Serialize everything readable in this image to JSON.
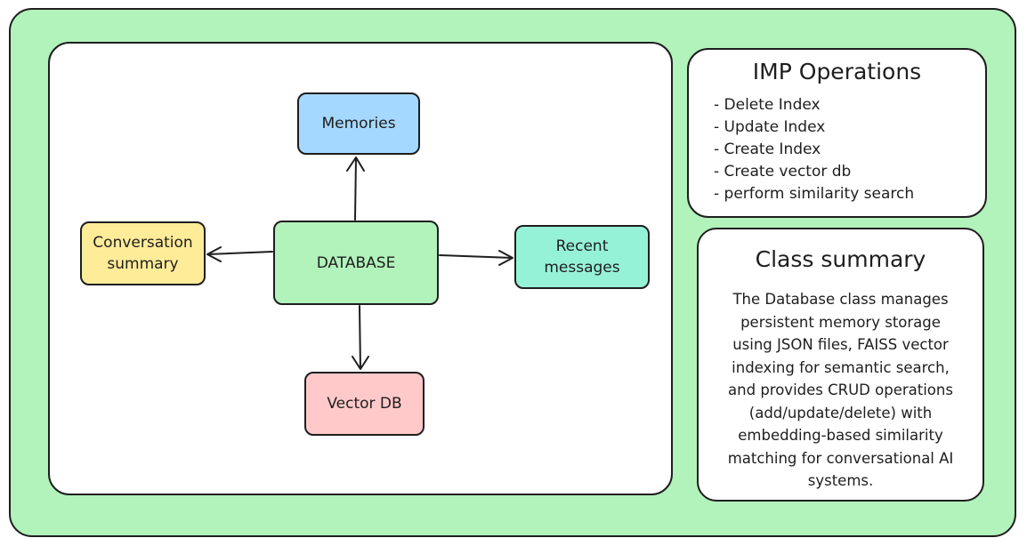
{
  "diagram": {
    "nodes": {
      "memories": "Memories",
      "database": "DATABASE",
      "conversation_summary": [
        "Conversation",
        "summary"
      ],
      "recent_messages": [
        "Recent",
        "messages"
      ],
      "vector_db": "Vector DB"
    },
    "colors": {
      "background": "#b2f2bb",
      "memories": "#a5d8ff",
      "database": "#b2f2bb",
      "conversation_summary": "#ffec99",
      "recent_messages": "#96f2d7",
      "vector_db": "#ffc9c9",
      "stroke": "#1e1e1e"
    }
  },
  "operations": {
    "title": "IMP Operations",
    "items": [
      "- Delete Index",
      "- Update Index",
      "- Create Index",
      "- Create vector db",
      "- perform similarity search"
    ]
  },
  "class_summary": {
    "title": "Class summary",
    "lines": [
      "The Database class manages",
      "persistent memory storage",
      "using JSON files, FAISS vector",
      "indexing for semantic search,",
      "and provides CRUD operations",
      "(add/update/delete) with",
      "embedding-based similarity",
      "matching for conversational AI",
      "systems."
    ]
  }
}
